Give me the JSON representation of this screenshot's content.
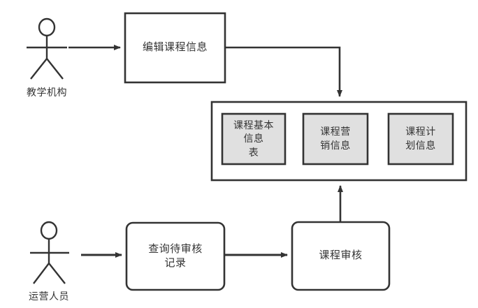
{
  "diagram": {
    "type": "data-flow-diagram",
    "background_color": "#ffffff",
    "stroke_color": "#333333",
    "text_color": "#333333",
    "store_fill_color": "#e0e0e0",
    "node_fill_color": "#ffffff",
    "actors": [
      {
        "id": "actor-teaching-org",
        "label": "教学机构"
      },
      {
        "id": "actor-operations-staff",
        "label": "运营人员"
      }
    ],
    "processes": [
      {
        "id": "process-edit-course-info",
        "label": "编辑课程信息",
        "shape": "rectangle"
      },
      {
        "id": "process-query-pending-review",
        "label": "查询待审核\n记录",
        "shape": "rounded-rectangle"
      },
      {
        "id": "process-course-review",
        "label": "课程审核",
        "shape": "rounded-rectangle"
      }
    ],
    "datastore": {
      "id": "datastore-course-data",
      "items": [
        {
          "id": "store-course-basic-info-table",
          "label": "课程基本\n信息\n表"
        },
        {
          "id": "store-course-marketing-info",
          "label": "课程营\n销信息"
        },
        {
          "id": "store-course-plan-info",
          "label": "课程计\n划信息"
        }
      ]
    },
    "flows": [
      {
        "id": "flow-teaching-org-to-edit",
        "from": "actor-teaching-org",
        "to": "process-edit-course-info",
        "label": ""
      },
      {
        "id": "flow-edit-to-datastore",
        "from": "process-edit-course-info",
        "to": "datastore-course-data",
        "label": ""
      },
      {
        "id": "flow-staff-to-query",
        "from": "actor-operations-staff",
        "to": "process-query-pending-review",
        "label": ""
      },
      {
        "id": "flow-query-to-review",
        "from": "process-query-pending-review",
        "to": "process-course-review",
        "label": ""
      },
      {
        "id": "flow-review-to-datastore",
        "from": "process-course-review",
        "to": "datastore-course-data",
        "label": ""
      }
    ]
  }
}
